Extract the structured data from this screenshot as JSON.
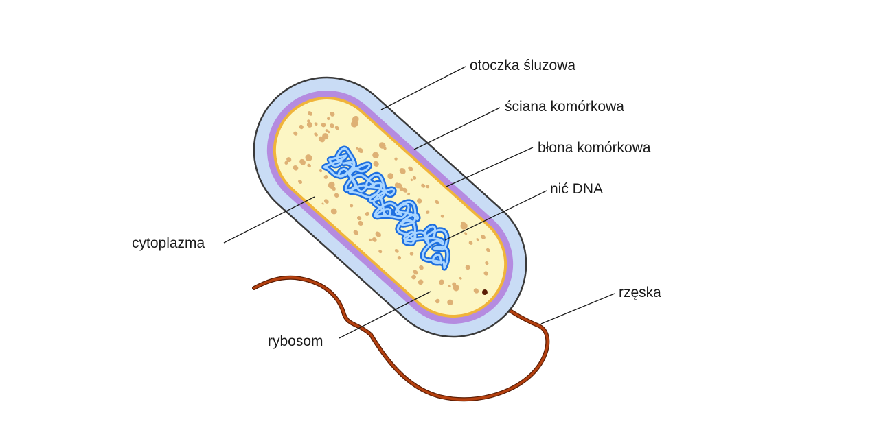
{
  "labels": {
    "capsule": "otoczka śluzowa",
    "cell_wall": "ściana komórkowa",
    "cell_membrane": "błona komórkowa",
    "dna": "nić DNA",
    "cytoplasm": "cytoplazma",
    "flagellum": "rzęska",
    "ribosome": "rybosom"
  },
  "colors": {
    "capsule_fill": "#c9dcf5",
    "capsule_outline": "#3a3a3a",
    "cell_wall": "#b58be0",
    "membrane": "#f0b43a",
    "cytoplasm": "#fcf6c4",
    "ribosome": "#deb175",
    "dna_outer": "#1e6fe0",
    "dna_inner": "#a9d5ff",
    "flagellum": "#b5400f",
    "flagellum_outline": "#5a1e06",
    "leader_line": "#1a1a1a"
  }
}
